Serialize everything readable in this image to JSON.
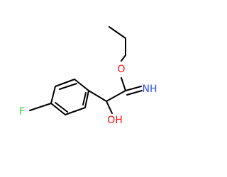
{
  "molecule": {
    "atoms": {
      "fluorine": {
        "label": "F",
        "color": "#33cc33"
      },
      "ester_oxygen": {
        "label": "O",
        "color": "#ff0d0d"
      },
      "imine_nitrogen": {
        "label": "NH",
        "color": "#3050f8"
      },
      "hydroxyl_oxygen": {
        "label": "OH",
        "color": "#ff0d0d"
      }
    },
    "bond_color": "#000000"
  }
}
